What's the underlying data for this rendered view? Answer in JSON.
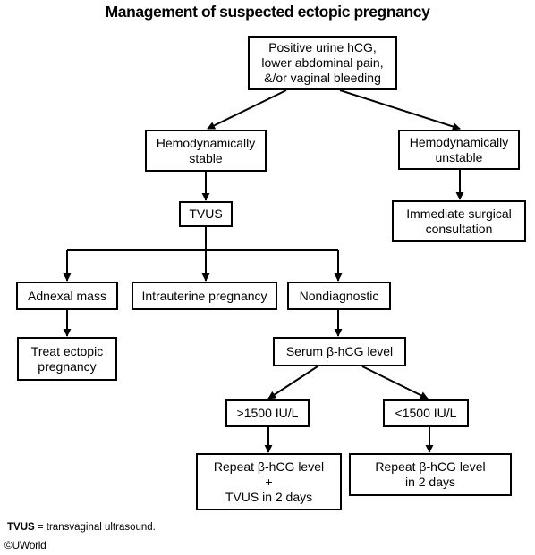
{
  "title": "Management of suspected ectopic pregnancy",
  "nodes": {
    "start": "Positive urine hCG,\nlower abdominal pain,\n&/or vaginal bleeding",
    "stable": "Hemodynamically\nstable",
    "unstable": "Hemodynamically\nunstable",
    "surgical": "Immediate surgical\nconsultation",
    "tvus": "TVUS",
    "adnexal": "Adnexal mass",
    "intrauterine": "Intrauterine pregnancy",
    "nondiagnostic": "Nondiagnostic",
    "treat": "Treat ectopic\npregnancy",
    "serum": "Serum β-hCG level",
    "gt1500": ">1500 IU/L",
    "lt1500": "<1500 IU/L",
    "repeat_tvus": "Repeat β-hCG level\n+\nTVUS in 2 days",
    "repeat": "Repeat β-hCG level\nin 2 days"
  },
  "footnote": {
    "term": "TVUS",
    "definition": " = transvaginal ultrasound."
  },
  "copyright": "©UWorld"
}
